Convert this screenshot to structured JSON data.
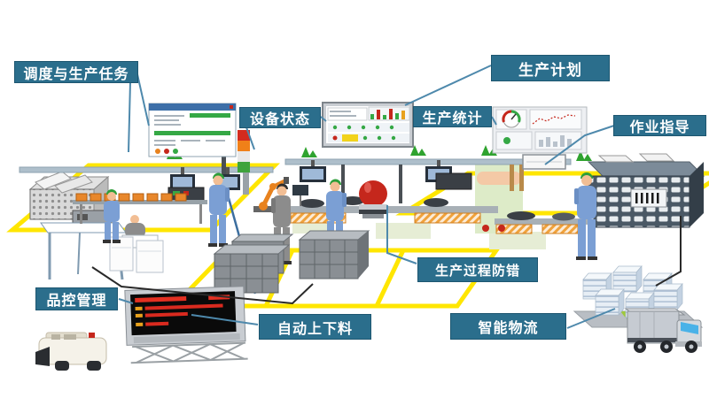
{
  "callouts": {
    "scheduling": "调度与生产任务",
    "equipment_status": "设备状态",
    "production_plan": "生产计划",
    "production_stats": "生产统计",
    "work_instruction": "作业指导",
    "error_proofing": "生产过程防错",
    "quality_control": "品控管理",
    "auto_loading": "自动上下料",
    "smart_logistics": "智能物流"
  },
  "colors": {
    "callout_bg": "#2B6E8C",
    "callout_text": "#FFFFFF",
    "connector_blue": "#4E89AC",
    "connector_black": "#2A2A2A",
    "floor_marking_yellow": "#FFE600",
    "andon_red": "#D42B1E",
    "andon_orange": "#F08019",
    "andon_green": "#3FA33C",
    "robot_orange": "#E8821E",
    "uniform_blue": "#7B9FD4",
    "uniform_gray": "#8C8C8C",
    "led_text_red": "#E33022"
  },
  "icons": [
    "dispatch-window",
    "equipment-status-dashboard",
    "production-stats-dashboard",
    "work-instruction-display",
    "andon-tower-icon",
    "signal-arrow-icon",
    "robot-arm-icon",
    "error-proofing-machine-icon",
    "conveyor-icon",
    "worker-icon",
    "material-bin-icon",
    "metal-pallet-icon",
    "workbench-icon",
    "led-message-board-icon",
    "agv-icon",
    "warehouse-pallets-icon",
    "truck-icon",
    "storage-rack-icon"
  ]
}
